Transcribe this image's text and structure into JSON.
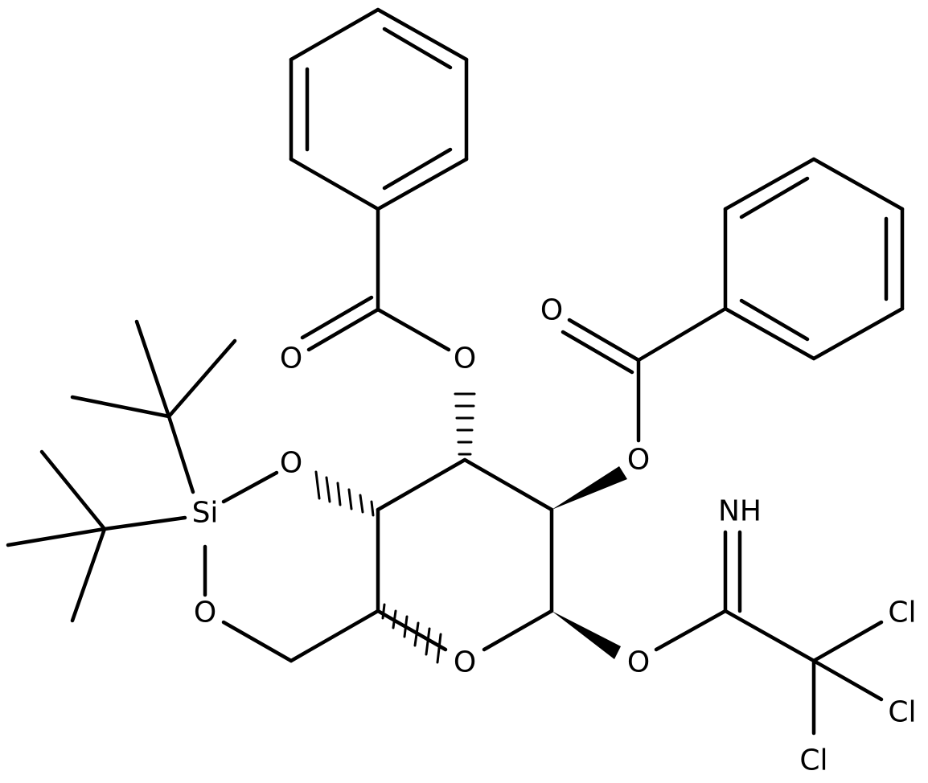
{
  "atoms": {
    "o_carbonyl_1": "O",
    "o_ester_1": "O",
    "o_carbonyl_2": "O",
    "o_ester_2": "O",
    "o_ring_si_top": "O",
    "si": "Si",
    "o_ring_si_bottom": "O",
    "o_pyranose": "O",
    "o_anomeric": "O",
    "nh": "NH",
    "cl_1": "Cl",
    "cl_2": "Cl",
    "cl_3": "Cl"
  },
  "colors": {
    "bond": "#000000",
    "text": "#000000",
    "background": "#ffffff"
  }
}
